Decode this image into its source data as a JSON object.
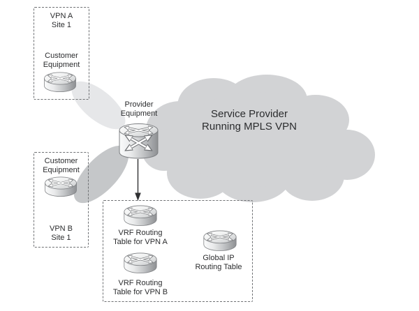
{
  "diagram": {
    "title_hint": "MPLS VPN provider-edge routing diagram",
    "sites": {
      "vpn_a": {
        "title1": "VPN A",
        "title2": "Site 1",
        "device1": "Customer",
        "device2": "Equipment"
      },
      "vpn_b": {
        "device1": "Customer",
        "device2": "Equipment",
        "title1": "VPN B",
        "title2": "Site 1"
      }
    },
    "provider": {
      "label1": "Provider",
      "label2": "Equipment"
    },
    "cloud": {
      "label1": "Service Provider",
      "label2": "Running MPLS VPN"
    },
    "routing_tables": {
      "vrf_a": {
        "label1": "VRF Routing",
        "label2": "Table for VPN A"
      },
      "vrf_b": {
        "label1": "VRF Routing",
        "label2": "Table for VPN B"
      },
      "global": {
        "label1": "Global IP",
        "label2": "Routing Table"
      }
    },
    "icons": {
      "customer_router": "router-icon",
      "provider_router": "mpls-router-icon",
      "routing_table_router": "router-icon",
      "link_a": "link-ellipse",
      "link_b": "link-ellipse",
      "cloud": "cloud-shape",
      "arrow": "down-arrow"
    },
    "colors": {
      "cloud_fill": "#d2d3d5",
      "link_light": "#e6e7e9",
      "link_dark": "#c5c7c9",
      "arrow": "#2f3032",
      "text": "#2b2c2e",
      "border": "#6e7073"
    }
  }
}
